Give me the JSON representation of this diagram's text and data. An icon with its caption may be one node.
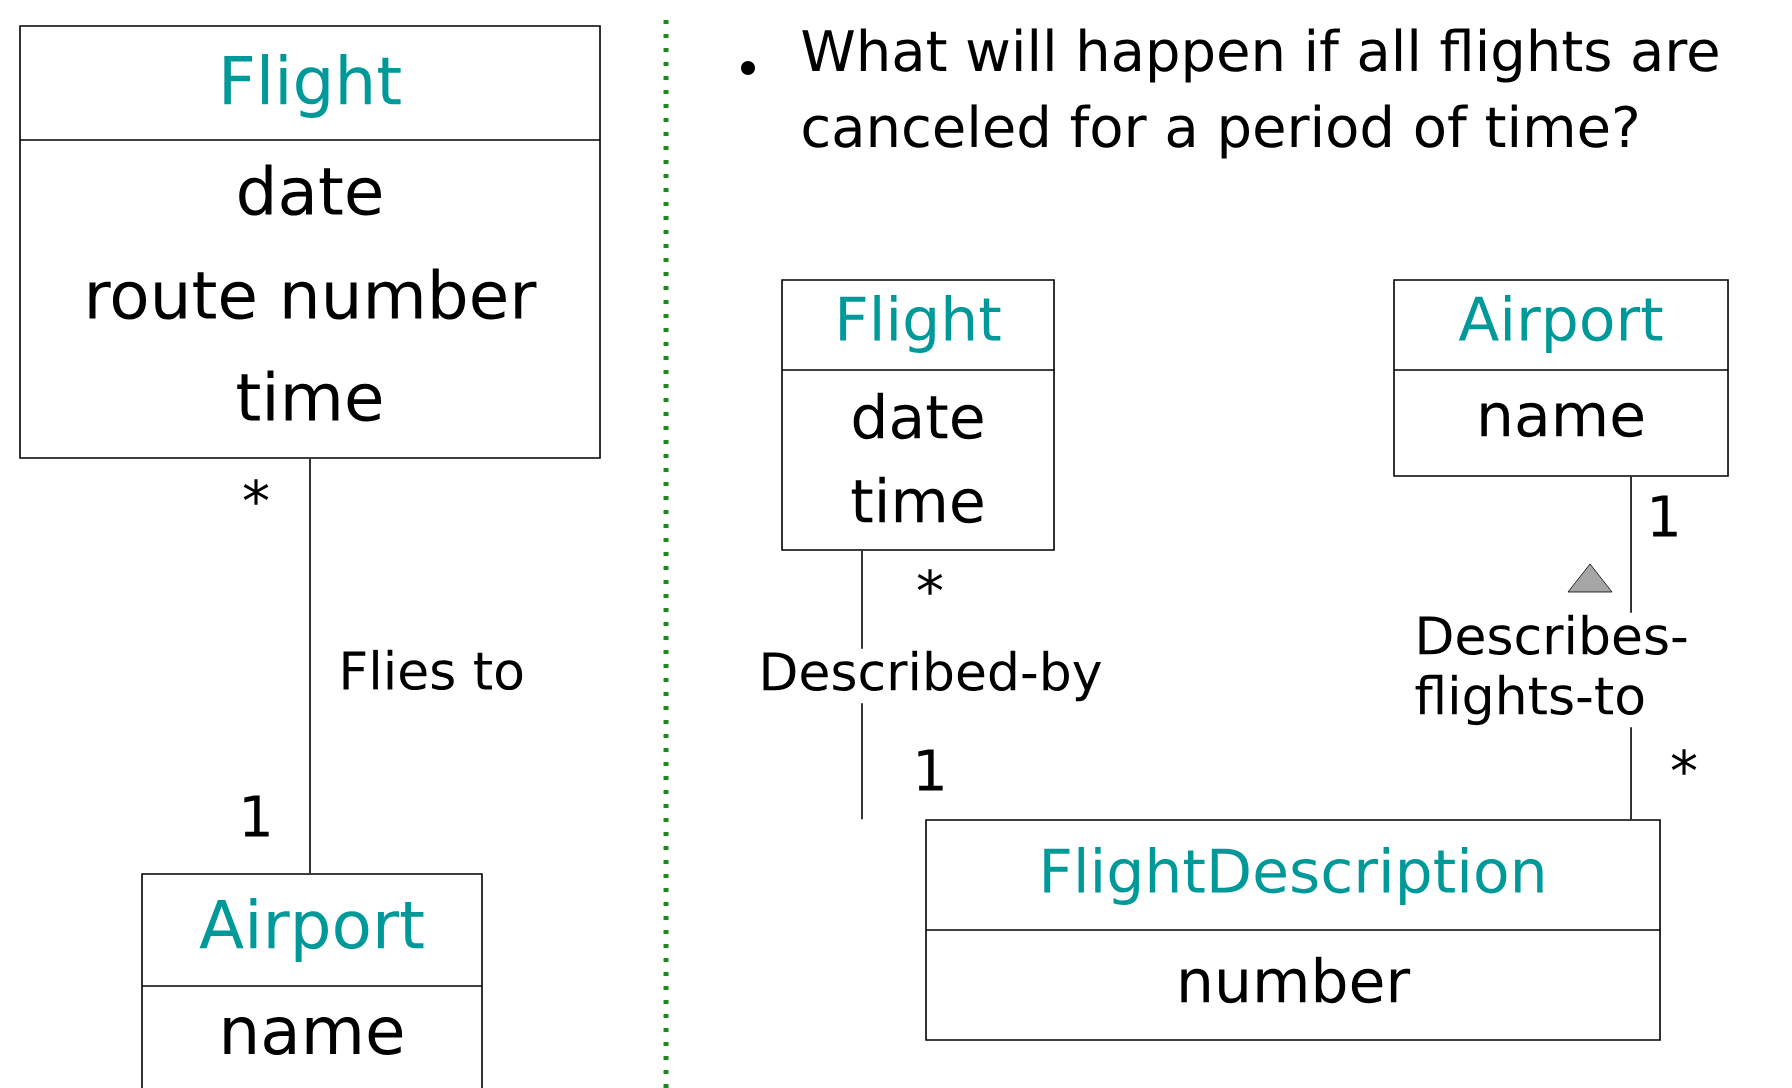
{
  "diagram": {
    "nodes": [
      {
        "text": [
          "Flight",
          "date",
          "route number",
          "time"
        ]
      },
      {
        "text": [
          "Airport",
          "name"
        ]
      },
      {
        "text": [
          "Flight",
          "date",
          "time"
        ]
      },
      {
        "text": [
          "Airport",
          "name"
        ]
      },
      {
        "text": [
          "FlightDescription",
          "number"
        ]
      }
    ],
    "edges": [
      {
        "from": 0,
        "to": 1,
        "arrow": "none",
        "label": "Flies to"
      },
      {
        "from": 2,
        "to": 4,
        "arrow": "none",
        "label": "Described-by"
      },
      {
        "from": 4,
        "to": 3,
        "arrow": "none",
        "label": "Describes-flights-to"
      }
    ],
    "labels": [
      "*",
      "1",
      "What will happen if all flights are canceled for a period of time?",
      "*",
      "1",
      "1",
      "*"
    ]
  }
}
